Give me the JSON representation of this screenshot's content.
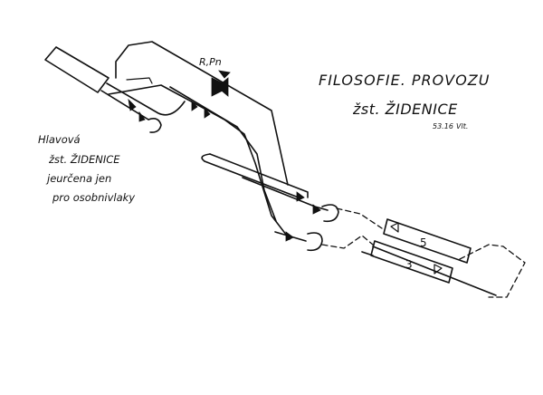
{
  "title": "FILOSOFIE. PROVOZU",
  "subtitle": "žst. ŽIDENICE",
  "code": "53.16",
  "signature_mark": "Vlt.",
  "track_label": "R,Pn",
  "note": {
    "line1": "Hlavová",
    "line2": "žst. ŽIDENICE",
    "line3": "jeurčena jen",
    "line4": "pro osobnivlaky"
  },
  "platforms": [
    {
      "number": "5"
    },
    {
      "number": "3"
    }
  ]
}
